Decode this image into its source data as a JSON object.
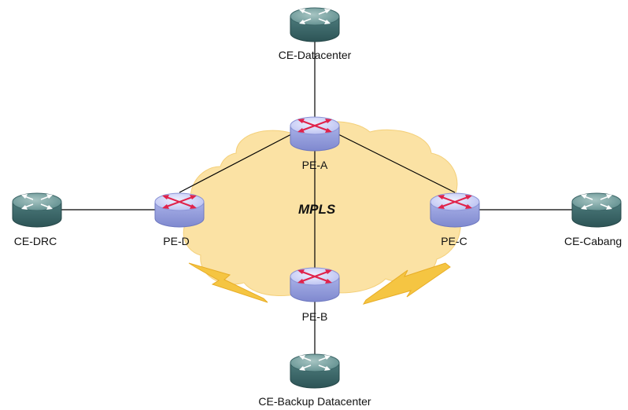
{
  "cloud": {
    "label": "MPLS",
    "color": "#fbe2a4"
  },
  "links": [
    [
      "ce-datacenter",
      "pe-a"
    ],
    [
      "pe-a",
      "pe-d"
    ],
    [
      "pe-a",
      "pe-c"
    ],
    [
      "pe-a",
      "pe-b"
    ],
    [
      "pe-b",
      "ce-backup-datacenter"
    ],
    [
      "ce-drc",
      "pe-d"
    ],
    [
      "pe-c",
      "ce-cabang"
    ]
  ],
  "nodes": {
    "ce_datacenter": {
      "label": "CE-Datacenter",
      "type": "ce-router",
      "icon": "router-icon"
    },
    "pe_a": {
      "label": "PE-A",
      "type": "pe-router",
      "icon": "router-icon"
    },
    "pe_d": {
      "label": "PE-D",
      "type": "pe-router",
      "icon": "router-icon"
    },
    "pe_c": {
      "label": "PE-C",
      "type": "pe-router",
      "icon": "router-icon"
    },
    "pe_b": {
      "label": "PE-B",
      "type": "pe-router",
      "icon": "router-icon"
    },
    "ce_drc": {
      "label": "CE-DRC",
      "type": "ce-router",
      "icon": "router-icon"
    },
    "ce_cabang": {
      "label": "CE-Cabang",
      "type": "ce-router",
      "icon": "router-icon"
    },
    "ce_backup": {
      "label": "CE-Backup Datacenter",
      "type": "ce-router",
      "icon": "router-icon"
    }
  },
  "serial_links": [
    "lightning-left",
    "lightning-right"
  ],
  "colors": {
    "ce_router_top": "#6f9a99",
    "ce_router_side": "#3e6b6d",
    "pe_router_top": "#c9cff5",
    "pe_router_side": "#8c96d8",
    "pe_arrows": "#e0224a",
    "lightning": "#f5c542",
    "link": "#000000"
  }
}
